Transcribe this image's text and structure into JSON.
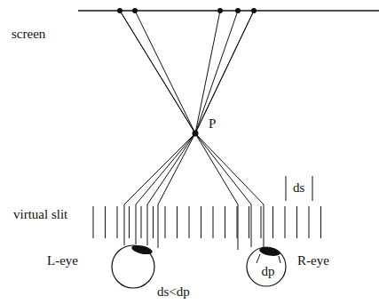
{
  "diagram": {
    "labels": [
      "screen",
      "P",
      "ds",
      "virtual slit",
      "L-eye",
      "dp",
      "R-eye",
      "ds<dp"
    ]
  }
}
